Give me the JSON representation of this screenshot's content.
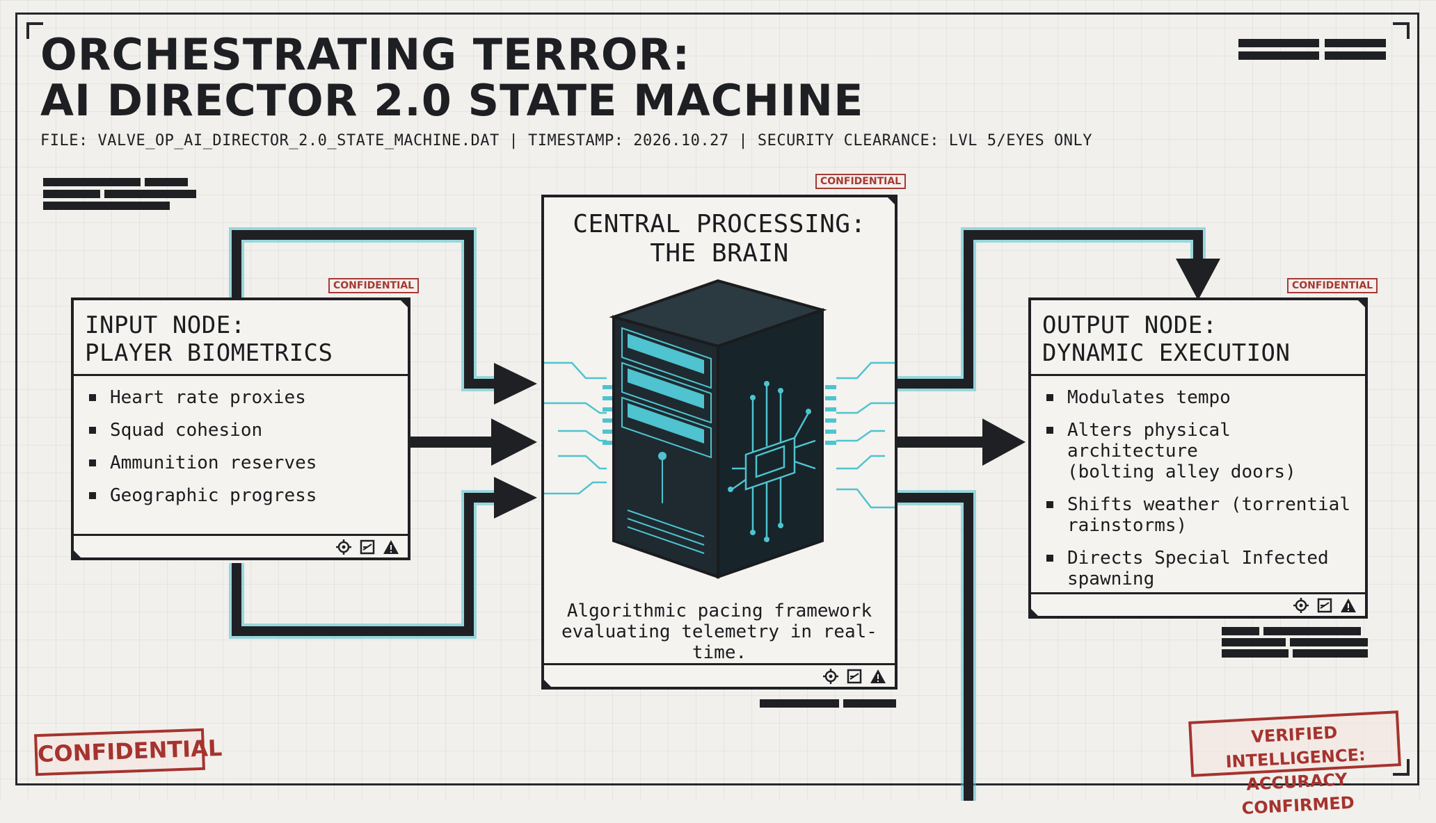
{
  "title": {
    "line1": "ORCHESTRATING TERROR:",
    "line2": "AI DIRECTOR 2.0 STATE MACHINE"
  },
  "file_line": "FILE: VALVE_OP_AI_DIRECTOR_2.0_STATE_MACHINE.DAT | TIMESTAMP: 2026.10.27 | SECURITY CLEARANCE: LVL 5/EYES ONLY",
  "input_node": {
    "stamp": "CONFIDENTIAL",
    "title_line1": "INPUT NODE:",
    "title_line2": "PLAYER BIOMETRICS",
    "items": [
      "Heart rate proxies",
      "Squad cohesion",
      "Ammunition reserves",
      "Geographic progress"
    ]
  },
  "central_node": {
    "stamp": "CONFIDENTIAL",
    "title_line1": "CENTRAL PROCESSING:",
    "title_line2": "THE BRAIN",
    "caption_line1": "Algorithmic pacing framework",
    "caption_line2": "evaluating telemetry in real-time."
  },
  "output_node": {
    "stamp": "CONFIDENTIAL",
    "title_line1": "OUTPUT NODE:",
    "title_line2": "DYNAMIC EXECUTION",
    "items": [
      {
        "line1": "Modulates tempo",
        "line2": ""
      },
      {
        "line1": "Alters physical architecture",
        "line2": "(bolting alley doors)"
      },
      {
        "line1": "Shifts weather (torrential",
        "line2": "rainstorms)"
      },
      {
        "line1": "Directs Special Infected",
        "line2": "spawning"
      }
    ]
  },
  "stamps": {
    "bottom_left": "CONFIDENTIAL",
    "bottom_right_line1": "VERIFIED INTELLIGENCE:",
    "bottom_right_line2": "ACCURACY CONFIRMED"
  },
  "footer_icons": [
    "gear-icon",
    "document-icon",
    "warning-icon"
  ],
  "colors": {
    "background": "#f1f0ec",
    "ink": "#1f2024",
    "accent_teal": "#4fc3cf",
    "stamp_red": "#a6332e"
  }
}
